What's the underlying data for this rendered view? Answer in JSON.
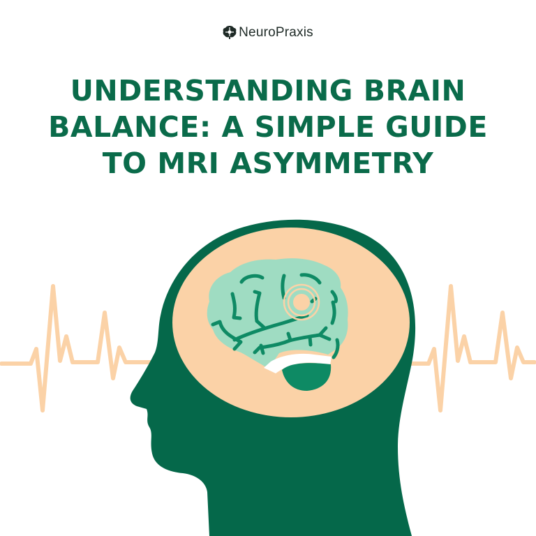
{
  "brand": {
    "name": "NeuroPraxis",
    "icon": "brain-icon"
  },
  "title": {
    "lines": [
      "UNDERSTANDING BRAIN",
      "BALANCE: A SIMPLE GUIDE",
      "TO MRI ASYMMETRY"
    ]
  },
  "illustration": {
    "elements": [
      "head-silhouette",
      "brain",
      "heartbeat-line-left",
      "heartbeat-line-right",
      "highlight-target"
    ]
  },
  "colors": {
    "primary": "#05684a",
    "title": "#0a6b4a",
    "peach": "#fbd2a7",
    "brain_fill": "#9fdcc2",
    "brain_lines": "#0e8a64",
    "background": "#ffffff"
  }
}
